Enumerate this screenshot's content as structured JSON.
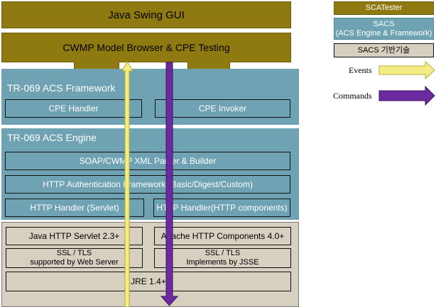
{
  "gui": {
    "title": "Java Swing GUI"
  },
  "cwmp": {
    "title": "CWMP Model Browser & CPE Testing"
  },
  "framework": {
    "title": "TR-069 ACS Framework",
    "cpe_handler": "CPE Handler",
    "cpe_invoker": "CPE  Invoker"
  },
  "engine": {
    "title": "TR-069 ACS Engine",
    "soap": "SOAP/CWMP XML Parser & Builder",
    "auth": "HTTP Authentication Framework (Basic/Digest/Custom)",
    "servlet_handler": "HTTP Handler (Servlet)",
    "components_handler": "HTTP Handler(HTTP components)"
  },
  "base": {
    "servlet": "Java HTTP Servlet 2.3+",
    "components": "Apache HTTP Components 4.0+",
    "ssl_left_1": "SSL / TLS",
    "ssl_left_2": "supported by Web Server",
    "ssl_right_1": "SSL / TLS",
    "ssl_right_2": "Implements by JSSE",
    "jre": "JRE 1.4+"
  },
  "legend": {
    "scatester": "SCATester",
    "sacs_1": "SACS",
    "sacs_2": "(ACS Engine & Framework)",
    "sacs_base": "SACS 기반기술",
    "events": "Events",
    "commands": "Commands"
  },
  "colors": {
    "olive": "#8e7a10",
    "teal": "#6fa3b4",
    "sand": "#d7cfc0",
    "events_arrow": "#f4ec84",
    "commands_arrow": "#6b2a9e"
  }
}
